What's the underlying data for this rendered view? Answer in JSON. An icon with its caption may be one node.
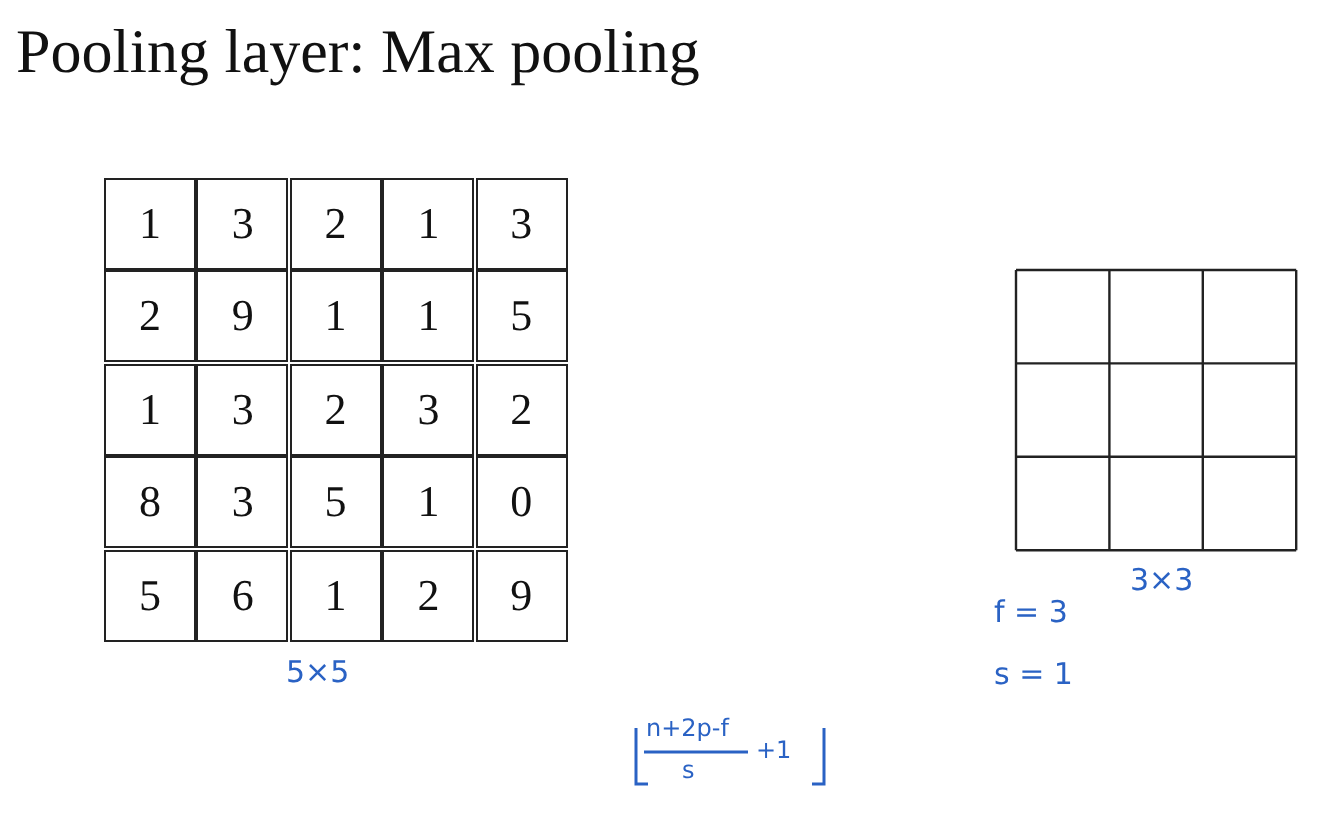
{
  "diagram": {
    "title": "Pooling layer: Max pooling",
    "labels": [
      "1",
      "3",
      "2",
      "1",
      "3",
      "2",
      "9",
      "1",
      "1",
      "5",
      "1",
      "3",
      "2",
      "3",
      "2",
      "8",
      "3",
      "5",
      "1",
      "0",
      "5",
      "6",
      "1",
      "2",
      "9",
      "5×5",
      "3×3",
      "f = 3",
      "s = 1",
      "n+2p-f",
      "s",
      "+1"
    ]
  }
}
